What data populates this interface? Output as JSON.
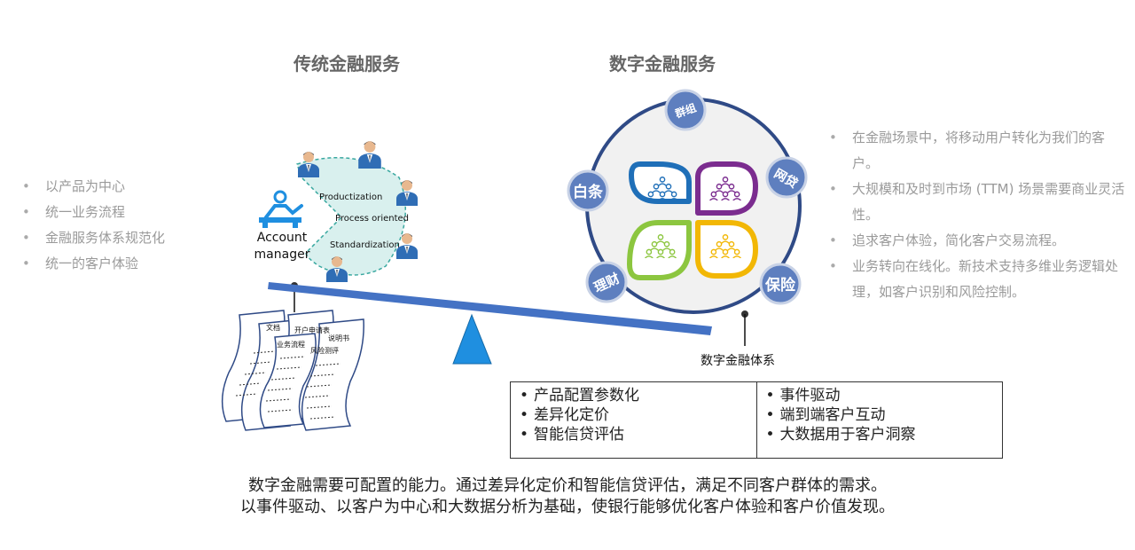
{
  "titles": {
    "traditional": "传统金融服务",
    "digital": "数字金融服务"
  },
  "left_bullets": [
    "以产品为中心",
    "统一业务流程",
    "金融服务体系规范化",
    "统一的客户体验"
  ],
  "right_bullets": [
    "在金融场景中，将移动用户转化为我们的客户。",
    "大规模和及时到市场 (TTM) 场景需要商业灵活性。",
    "追求客户体验，简化客户交易流程。",
    "业务转向在线化。新技术支持多维业务逻辑处理，如客户识别和风险控制。"
  ],
  "traditional_cycle": {
    "labels": [
      "Productization",
      "Process oriented",
      "Standardization"
    ],
    "account_manager": "Account manager"
  },
  "documents": [
    "开户申请表",
    "说明书",
    "业务流程",
    "风险测评",
    "文档"
  ],
  "digital_circle": {
    "badges": [
      "群组",
      "白条",
      "网贷",
      "理财",
      "保险"
    ],
    "system_label": "数字金融体系"
  },
  "features": {
    "left": [
      "产品配置参数化",
      "差异化定价",
      "智能信贷评估"
    ],
    "right": [
      "事件驱动",
      "端到端客户互动",
      "大数据用于客户洞察"
    ]
  },
  "summary": [
    "数字金融需要可配置的能力。通过差异化定价和智能信贷评估，满足不同客户群体的需求。",
    "以事件驱动、以客户为中心和大数据分析为基础，使银行能够优化客户体验和客户价值发现。"
  ],
  "colors": {
    "beam": "#4472c4",
    "fulcrum": "#1f8fe0",
    "circle_border": "#2f4a86",
    "leaf_blue": "#1f6fb8",
    "leaf_purple": "#7b2c8f",
    "leaf_green": "#8cc63f",
    "leaf_yellow": "#f2b705",
    "cycle_fill": "#d9f0ee"
  }
}
